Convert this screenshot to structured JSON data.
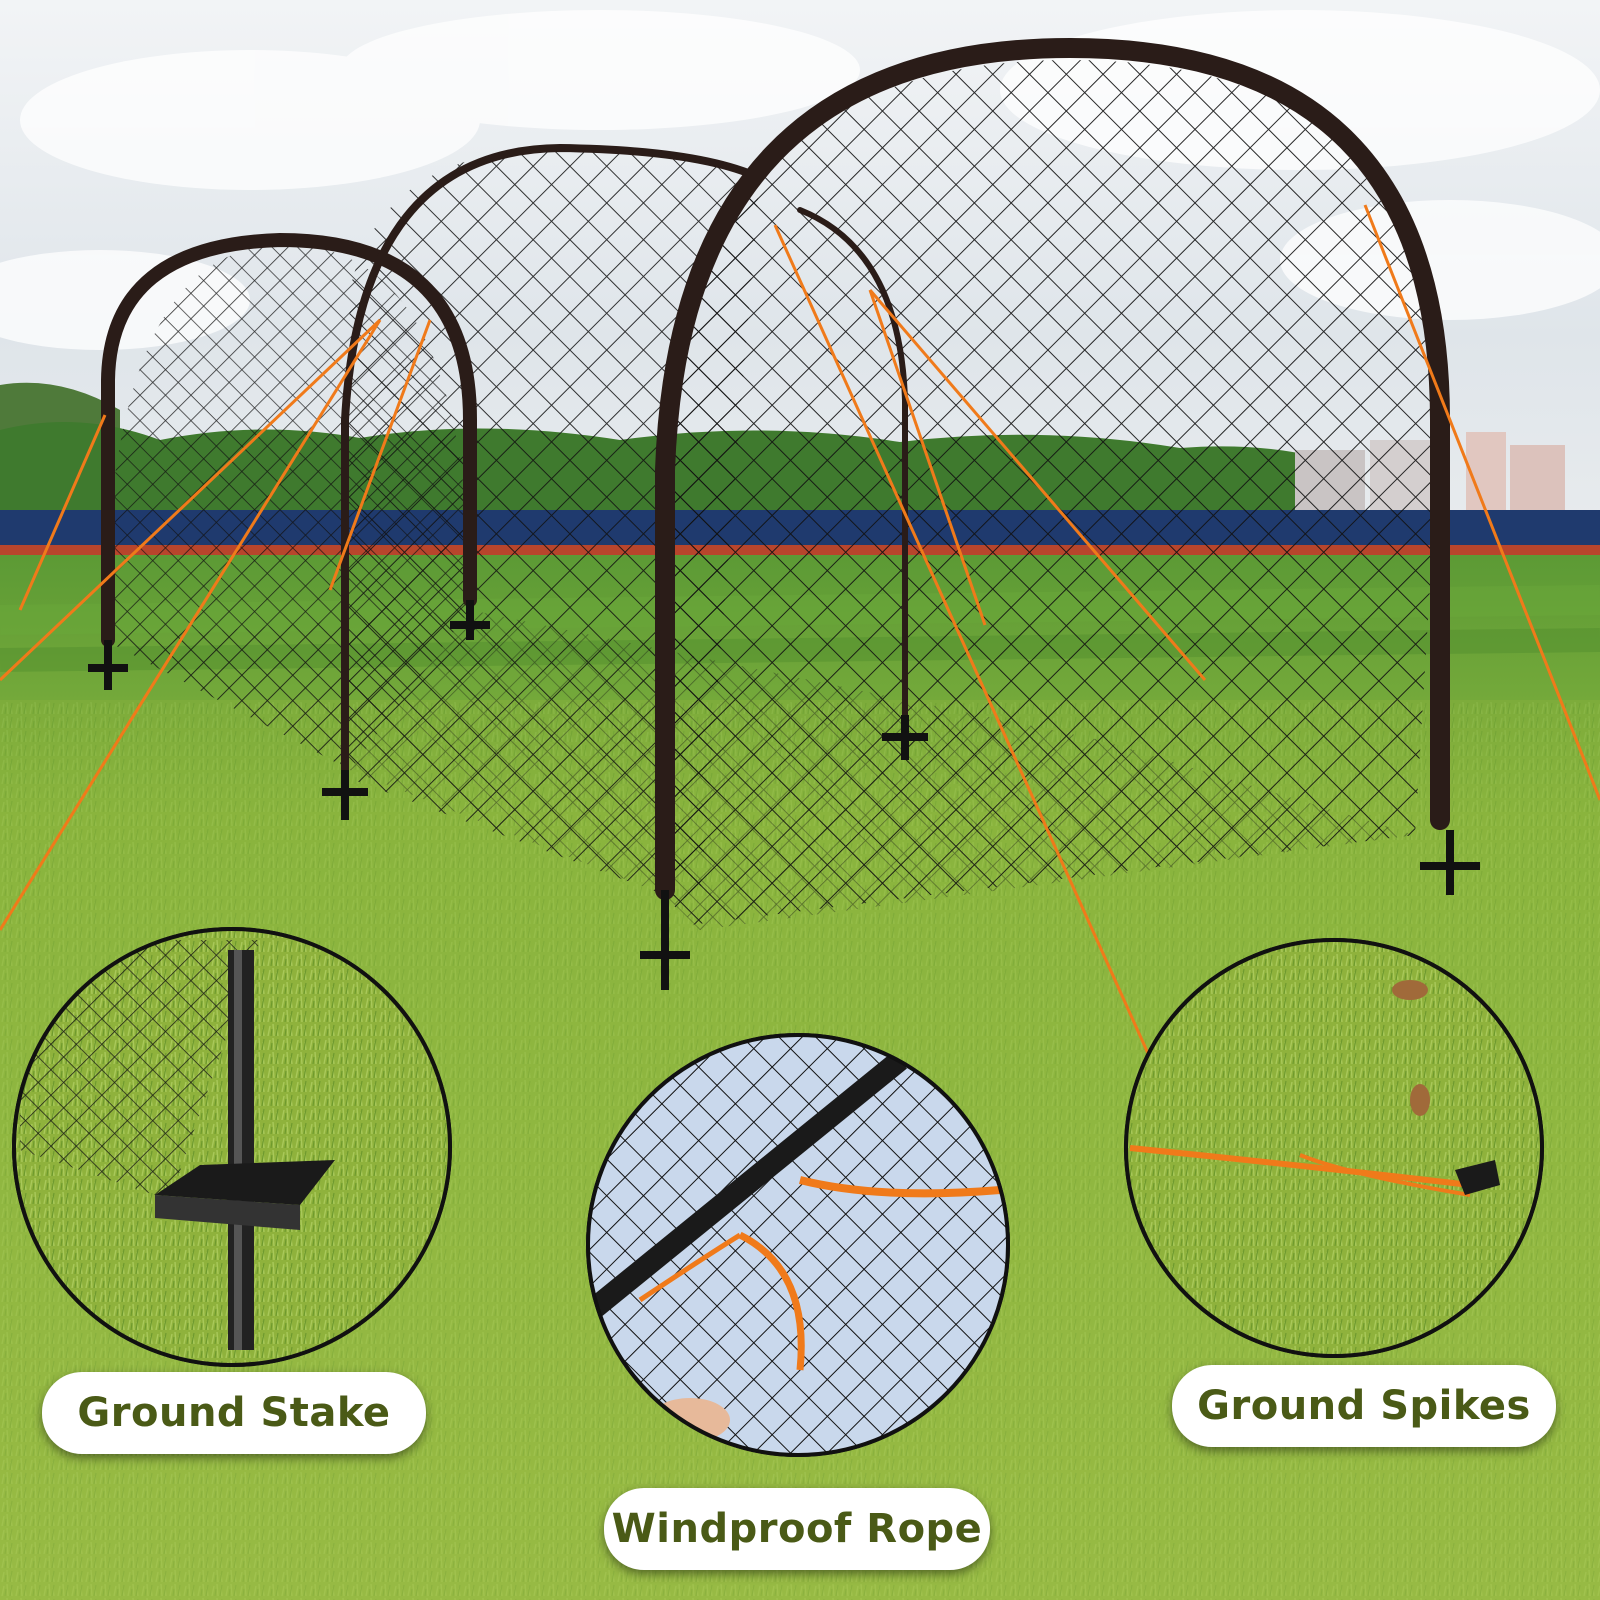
{
  "image": {
    "subject": "batting-cage",
    "colors": {
      "sky": "#dfe6ec",
      "turf": "#8fb23c",
      "track": "#1f3a6e",
      "frame": "#2a1c18",
      "net": "#111111",
      "rope": "#f07a1a",
      "label_text": "#4a5a16",
      "label_bg": "#ffffff"
    }
  },
  "features": [
    {
      "label": "Ground Stake"
    },
    {
      "label": "Windproof Rope"
    },
    {
      "label": "Ground Spikes"
    }
  ]
}
